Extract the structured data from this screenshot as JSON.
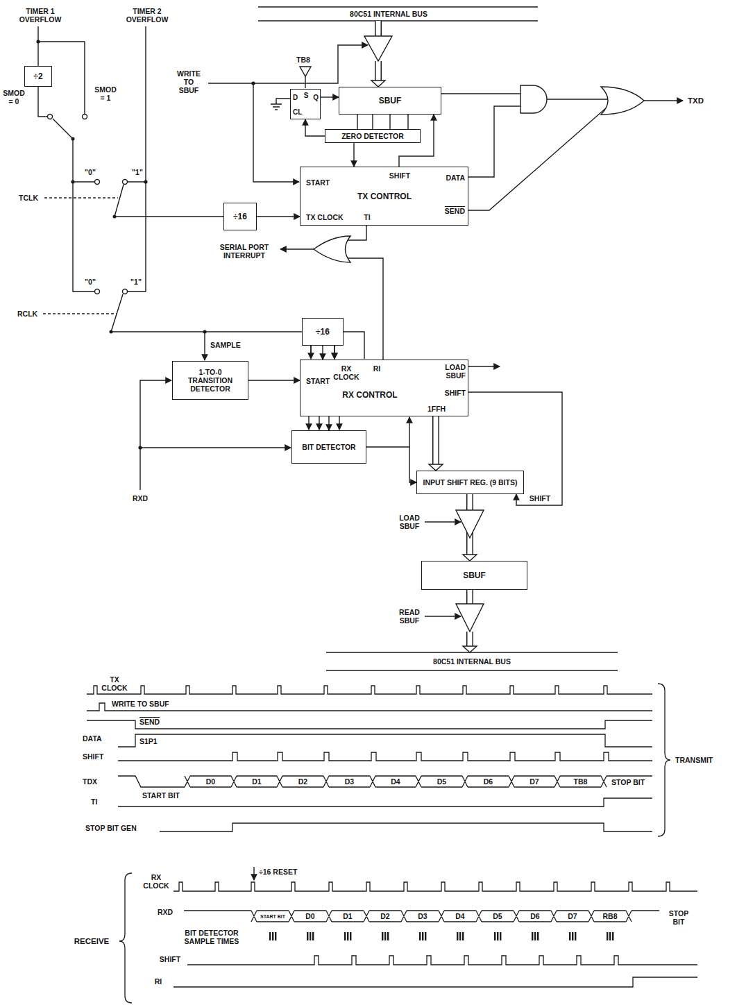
{
  "diagram": {
    "nodes": [
      {
        "text": [
          "÷2"
        ]
      },
      {
        "text": [
          "SBUF"
        ]
      },
      {
        "text": [
          "ZERO DETECTOR"
        ]
      },
      {
        "text": [
          "D",
          "S",
          "Q",
          "CL"
        ]
      },
      {
        "text": [
          "START",
          "SHIFT",
          "DATA",
          "TX CONTROL",
          "TX CLOCK",
          "TI",
          "SEND"
        ]
      },
      {
        "text": [
          "÷16"
        ]
      },
      {
        "text": [
          "1-TO-0 TRANSITION DETECTOR"
        ]
      },
      {
        "text": [
          "÷16"
        ]
      },
      {
        "text": [
          "START",
          "RX CLOCK",
          "RI",
          "RX CONTROL",
          "LOAD SBUF",
          "SHIFT",
          "1FFH"
        ]
      },
      {
        "text": [
          "BIT DETECTOR"
        ]
      },
      {
        "text": [
          "INPUT SHIFT REG. (9 BITS)"
        ]
      },
      {
        "text": [
          "SBUF"
        ]
      }
    ],
    "edges": [
      {
        "from": 5,
        "to": 4,
        "arrow": "to"
      },
      {
        "from": 6,
        "to": 8,
        "arrow": "to"
      },
      {
        "from": 7,
        "to": 8,
        "arrow": "to"
      },
      {
        "from": 8,
        "to": 9,
        "arrow": "to"
      },
      {
        "from": 9,
        "to": 10,
        "arrow": "to"
      },
      {
        "from": 8,
        "to": 10,
        "arrow": "to"
      },
      {
        "from": 8,
        "to": 10,
        "label": "SHIFT",
        "arrow": "to"
      },
      {
        "from": 10,
        "to": 11,
        "arrow": "to"
      },
      {
        "from": 1,
        "to": 2,
        "arrow": "none"
      },
      {
        "from": 2,
        "to": 4,
        "arrow": "to"
      },
      {
        "from": 4,
        "to": 1,
        "arrow": "to"
      },
      {
        "from": 3,
        "to": 1,
        "arrow": "to"
      },
      {
        "from": 2,
        "to": 3,
        "arrow": "to"
      }
    ],
    "labels": [
      "80C51 INTERNAL BUS",
      "TIMER 1 OVERFLOW",
      "TIMER 2 OVERFLOW",
      "SMOD = 0",
      "SMOD = 1",
      "TB8",
      "WRITE TO SBUF",
      "TXD",
      "\"0\"",
      "\"1\"",
      "TCLK",
      "SERIAL PORT INTERRUPT",
      "\"0\"",
      "\"1\"",
      "RCLK",
      "SAMPLE",
      "RXD",
      "LOAD SBUF",
      "READ SBUF",
      "80C51 INTERNAL BUS",
      "TX CLOCK",
      "WRITE TO SBUF",
      "SEND",
      "DATA",
      "S1P1",
      "SHIFT",
      "TDX",
      "START BIT",
      "D0",
      "D1",
      "D2",
      "D3",
      "D4",
      "D5",
      "D6",
      "D7",
      "TB8",
      "STOP BIT",
      "TI",
      "STOP BIT GEN",
      "TRANSMIT",
      "RX CLOCK",
      "÷16 RESET",
      "RXD",
      "START BIT",
      "D0",
      "D1",
      "D2",
      "D3",
      "D4",
      "D5",
      "D6",
      "D7",
      "RB8",
      "STOP BIT",
      "BIT DETECTOR SAMPLE TIMES",
      "SHIFT",
      "RI",
      "RECEIVE"
    ]
  }
}
